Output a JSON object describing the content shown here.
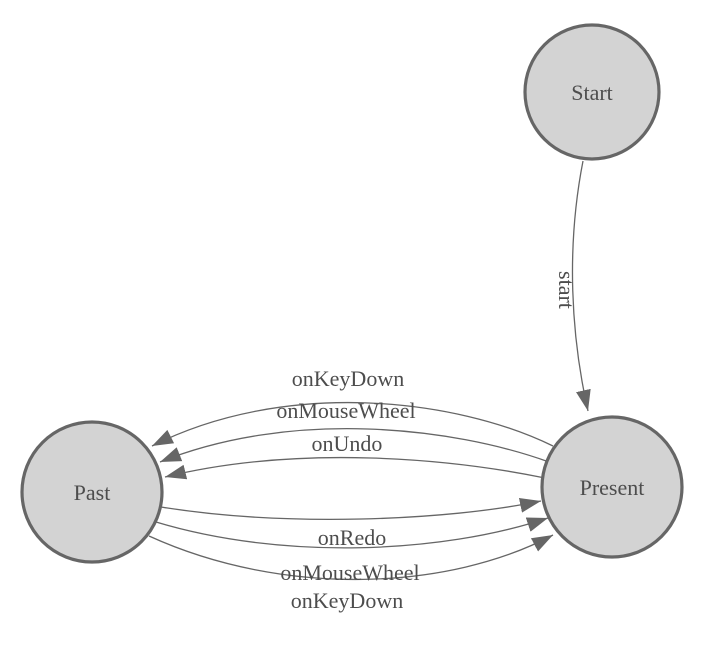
{
  "diagram": {
    "type": "state-machine",
    "background": "#ffffff",
    "colors": {
      "node_fill": "#d3d3d3",
      "node_border": "#666666",
      "edge_stroke": "#666666",
      "arrowhead_fill": "#666666",
      "label_text": "#4d4d4d"
    },
    "nodes": [
      {
        "id": "start",
        "label": "Start"
      },
      {
        "id": "present",
        "label": "Present"
      },
      {
        "id": "past",
        "label": "Past"
      }
    ],
    "edges": [
      {
        "from": "Start",
        "to": "Present",
        "label": "start"
      },
      {
        "from": "Present",
        "to": "Past",
        "label": "onKeyDown"
      },
      {
        "from": "Present",
        "to": "Past",
        "label": "onMouseWheel"
      },
      {
        "from": "Present",
        "to": "Past",
        "label": "onUndo"
      },
      {
        "from": "Past",
        "to": "Present",
        "label": "onRedo"
      },
      {
        "from": "Past",
        "to": "Present",
        "label": "onMouseWheel"
      },
      {
        "from": "Past",
        "to": "Present",
        "label": "onKeyDown"
      }
    ]
  }
}
